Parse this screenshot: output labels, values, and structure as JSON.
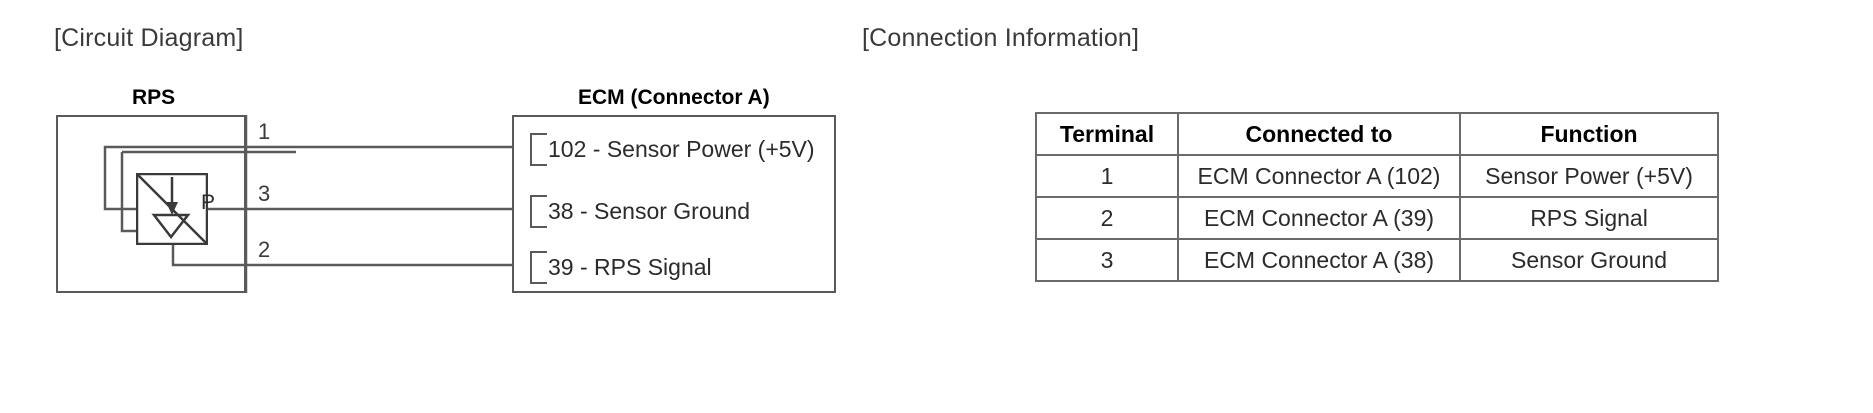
{
  "headings": {
    "circuit": "[Circuit Diagram]",
    "connection": "[Connection Information]"
  },
  "circuit": {
    "rps": {
      "title": "RPS",
      "symbol_label": "P",
      "pins": [
        {
          "number": "1"
        },
        {
          "number": "3"
        },
        {
          "number": "2"
        }
      ]
    },
    "ecm": {
      "title": "ECM (Connector A)",
      "terminals": [
        {
          "text": "102 - Sensor Power (+5V)"
        },
        {
          "text": "38 - Sensor Ground"
        },
        {
          "text": "39 - RPS Signal"
        }
      ]
    }
  },
  "table": {
    "headers": [
      "Terminal",
      "Connected to",
      "Function"
    ],
    "rows": [
      [
        "1",
        "ECM Connector A (102)",
        "Sensor Power (+5V)"
      ],
      [
        "2",
        "ECM Connector A (39)",
        "RPS Signal"
      ],
      [
        "3",
        "ECM Connector A (38)",
        "Sensor Ground"
      ]
    ]
  },
  "colors": {
    "line": "#5a5a5a",
    "text": "#2b2b2b",
    "background": "#ffffff"
  }
}
